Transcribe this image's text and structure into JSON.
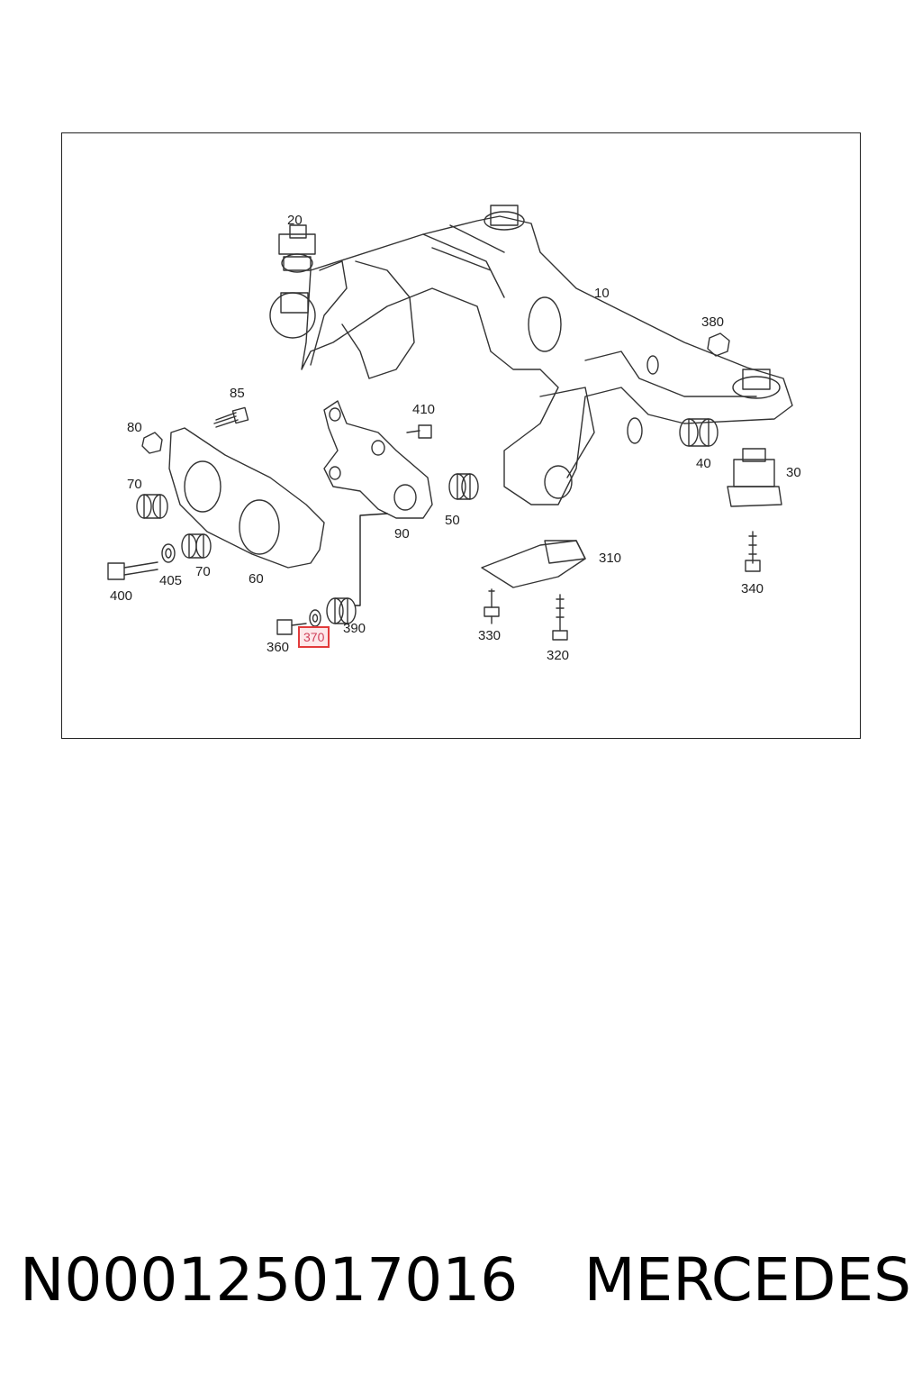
{
  "diagram": {
    "highlight_color": "#e23b3b",
    "labels": {
      "p20": "20",
      "p10": "10",
      "p380": "380",
      "p85": "85",
      "p80": "80",
      "p410": "410",
      "p70a": "70",
      "p70b": "70",
      "p40": "40",
      "p30": "30",
      "p50": "50",
      "p90": "90",
      "p400": "400",
      "p405": "405",
      "p60": "60",
      "p310": "310",
      "p340": "340",
      "p360": "360",
      "p370": "370",
      "p390": "390",
      "p330": "330",
      "p320": "320"
    }
  },
  "caption": {
    "part_number": "N000125017016",
    "brand": "MERCEDES"
  }
}
